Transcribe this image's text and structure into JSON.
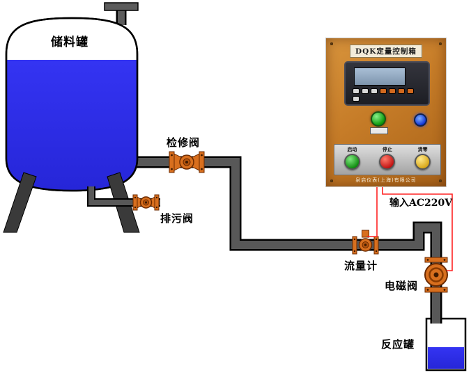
{
  "diagram": {
    "storage_tank_label": "储料罐",
    "maintenance_valve_label": "检修阀",
    "drain_valve_label": "排污阀",
    "flow_meter_label": "流量计",
    "solenoid_valve_label": "电磁阀",
    "reaction_tank_label": "反应罐",
    "power_input_label": "输入AC220V"
  },
  "control_box": {
    "title": "DQK定量控制箱",
    "buttons": [
      {
        "label": "启动",
        "color": "#0d8a0d"
      },
      {
        "label": "停止",
        "color": "#c01010"
      },
      {
        "label": "清零",
        "color": "#d8a616"
      }
    ],
    "company": "泉启仪表(上海)有限公司"
  },
  "colors": {
    "liquid_blue": "#2e2ee8",
    "pipe_gray": "#585858",
    "valve_orange": "#d86f1e",
    "wire_red": "#ff2222",
    "cabinet_orange": "#c67c28"
  }
}
